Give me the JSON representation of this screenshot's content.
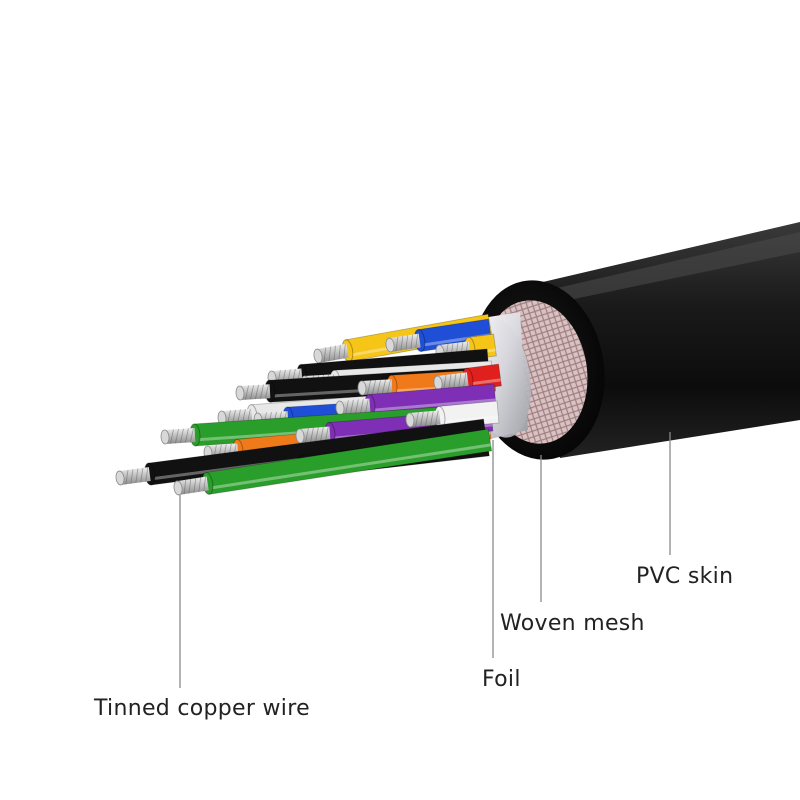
{
  "labels": {
    "pvc_skin": "PVC skin",
    "woven_mesh": "Woven mesh",
    "foil": "Foil",
    "tinned_copper_wire": "Tinned copper wire"
  },
  "colors": {
    "jacket": "#1a1a1a",
    "foil": "#e4e4e8",
    "mesh": "#c9a9a9",
    "conductor_tin": "#c4c4c4",
    "insulation": [
      "#f5c518",
      "#1e4fd6",
      "#e8e8e8",
      "#111111",
      "#f07a1a",
      "#e0201c",
      "#2a9e2a",
      "#7e2fb5",
      "#f2f2f2"
    ]
  },
  "icons": {
    "cable": "cable-cross-section-illustration"
  }
}
